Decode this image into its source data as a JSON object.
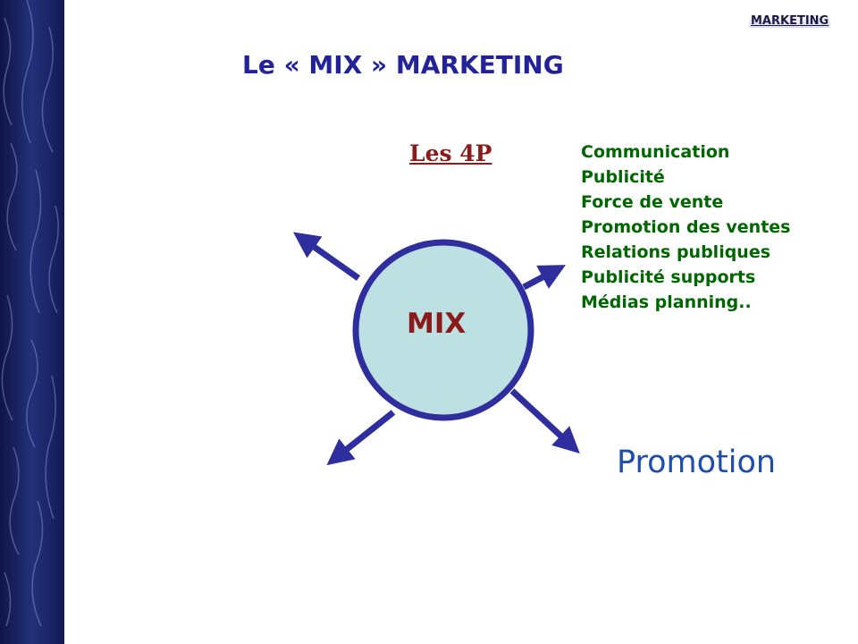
{
  "header_tag": "MARKETING",
  "title": "Le « MIX » MARKETING",
  "subtitle": "Les 4P",
  "center_label": "MIX",
  "promotion_items": [
    "Communication",
    "Publicité",
    "Force de vente",
    "Promotion des ventes",
    "Relations publiques",
    "Publicité supports",
    "Médias planning.."
  ],
  "quadrant_label": "Promotion",
  "colors": {
    "title": "#22229a",
    "subtitle": "#8b1a1a",
    "list": "#006600",
    "circle_fill": "#bde0e3",
    "circle_stroke": "#2e2e9e",
    "arrow": "#2e2e9e",
    "promotion": "#1e4db0",
    "side_band": "#141a52"
  }
}
